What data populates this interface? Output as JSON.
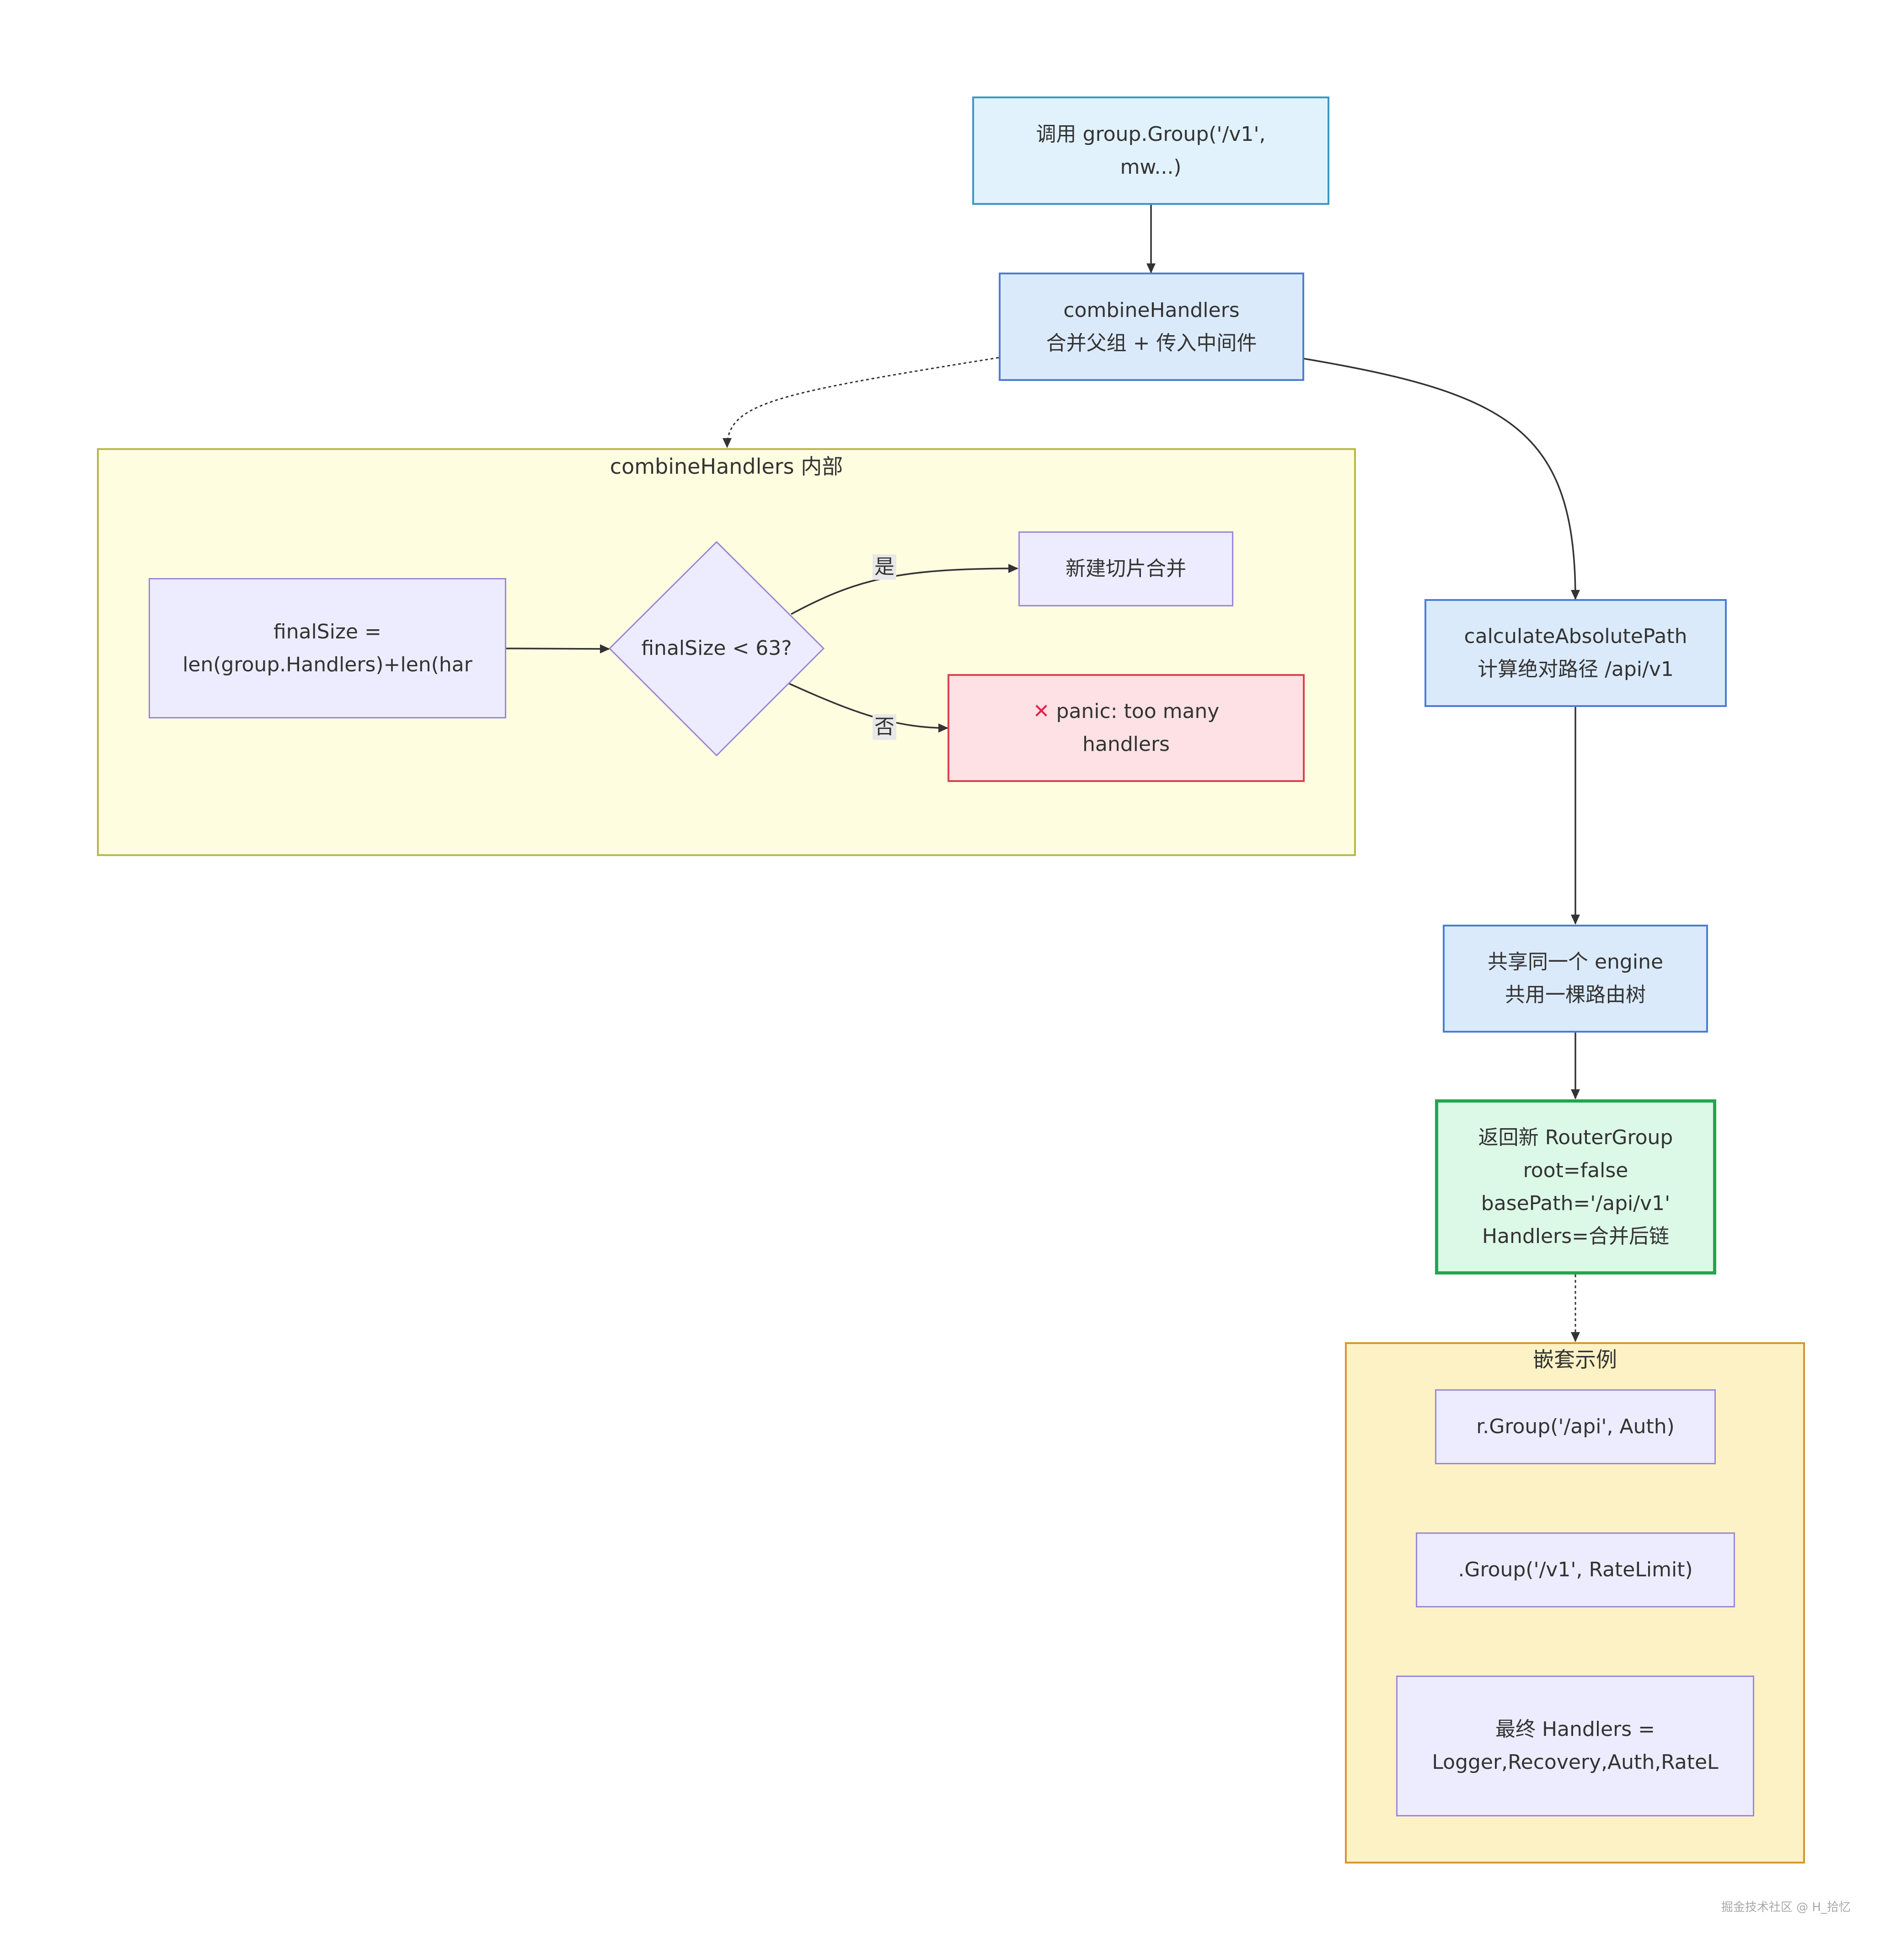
{
  "diagram": {
    "nodes": {
      "call": {
        "line1": "调用 group.Group('/v1',",
        "line2": "mw...)"
      },
      "combine": {
        "line1": "combineHandlers",
        "line2": "合并父组 + 传入中间件"
      },
      "final_size": {
        "line1": "finalSize =",
        "line2": "len(group.Handlers)+len(har"
      },
      "decision": {
        "label": "finalSize < 63?"
      },
      "new_slice": {
        "label": "新建切片合并"
      },
      "panic": {
        "icon": "cross-mark-icon",
        "line1": "panic: too many",
        "line2": "handlers"
      },
      "abs_path": {
        "line1": "calculateAbsolutePath",
        "line2": "计算绝对路径 /api/v1"
      },
      "share": {
        "line1": "共享同一个 engine",
        "line2": "共用一棵路由树"
      },
      "return_group": {
        "line1": "返回新 RouterGroup",
        "line2": "root=false",
        "line3": "basePath='/api/v1'",
        "line4": "Handlers=合并后链"
      },
      "nest1": {
        "label": "r.Group('/api', Auth)"
      },
      "nest2": {
        "label": ".Group('/v1', RateLimit)"
      },
      "nest3": {
        "line1": "最终 Handlers =",
        "line2": "Logger,Recovery,Auth,RateL"
      }
    },
    "clusters": {
      "combine_inner": {
        "title": "combineHandlers 内部"
      },
      "nesting": {
        "title": "嵌套示例"
      }
    },
    "edge_labels": {
      "yes": "是",
      "no": "否"
    },
    "colors": {
      "edge": "#333333",
      "red_accent": "#e3254a",
      "green_border": "#23a54f"
    }
  },
  "watermark": "掘金技术社区 @ H_拾忆"
}
